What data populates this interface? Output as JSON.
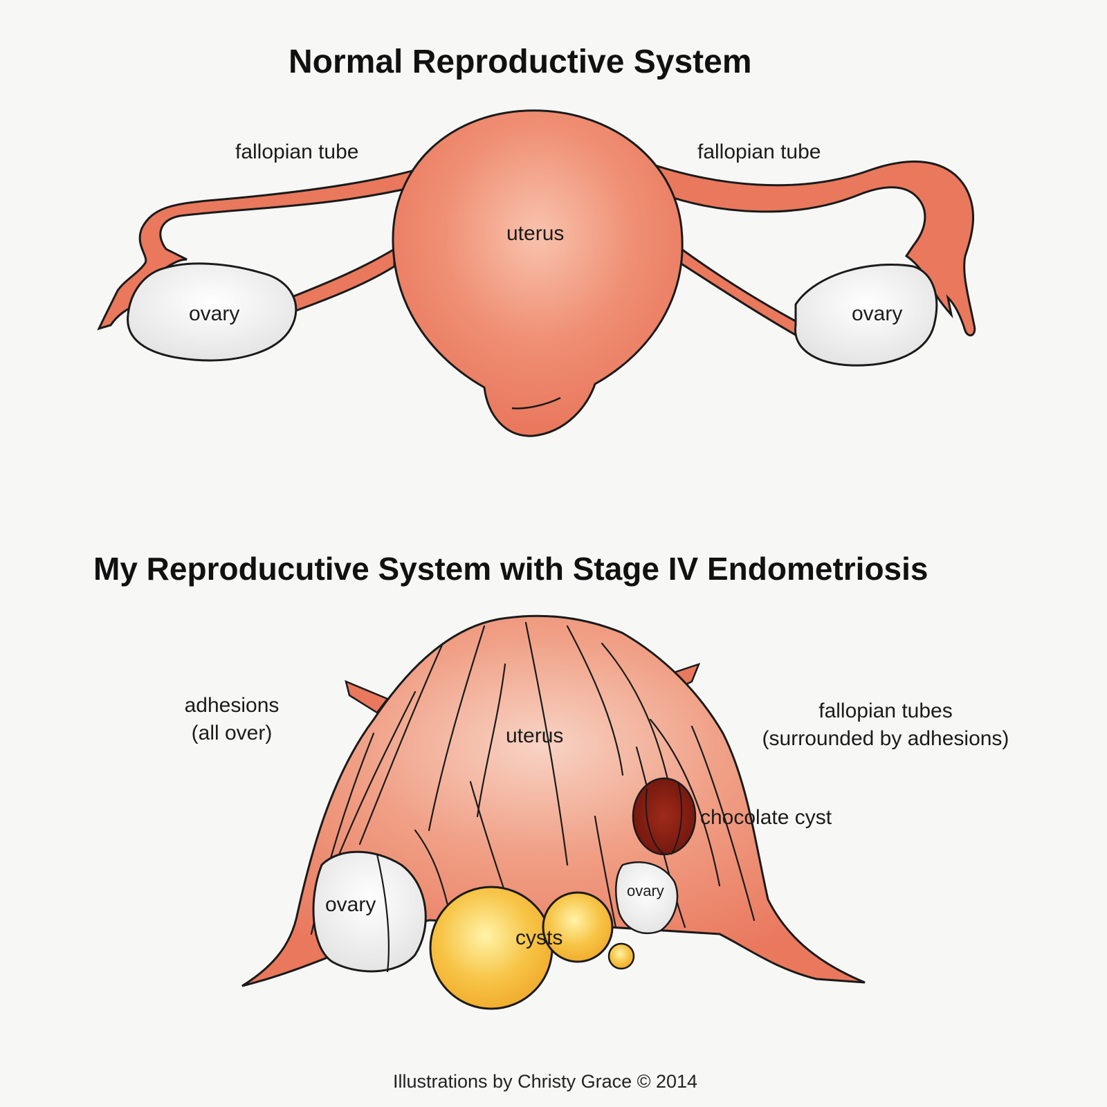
{
  "normal": {
    "title": "Normal Reproductive System",
    "labels": {
      "tube_left": "fallopian tube",
      "tube_right": "fallopian tube",
      "uterus": "uterus",
      "ovary_left": "ovary",
      "ovary_right": "ovary"
    }
  },
  "endo": {
    "title": "My Reproducutive System with Stage IV Endometriosis",
    "labels": {
      "adhesions_line1": "adhesions",
      "adhesions_line2": "(all over)",
      "uterus": "uterus",
      "tubes_line1": "fallopian tubes",
      "tubes_line2": "(surrounded by adhesions)",
      "chocolate_cyst": "chocolate cyst",
      "ovary_left": "ovary",
      "ovary_right": "ovary",
      "cysts": "cysts"
    }
  },
  "credit": "Illustrations by Christy Grace © 2014",
  "colors": {
    "tissue": "#e9785d",
    "tissue_light": "#f6b39c",
    "outline": "#1a1a1a",
    "ovary_fill": "#f1f1f1",
    "cyst_yellow": "#f6c34a",
    "chocolate": "#8a1f14"
  }
}
